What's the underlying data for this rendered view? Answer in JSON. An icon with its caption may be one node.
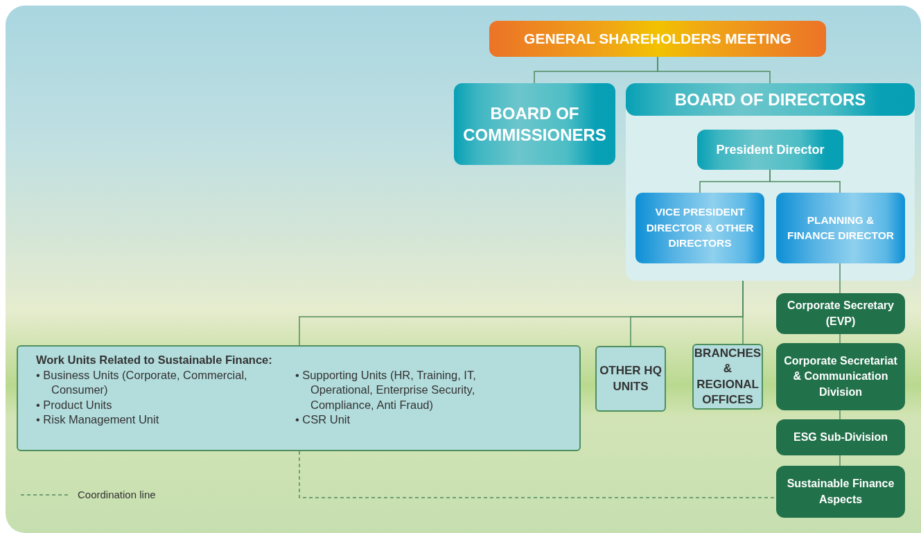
{
  "diagram": {
    "nodes": [
      {
        "text": [
          "GENERAL SHAREHOLDERS MEETING"
        ]
      },
      {
        "text": [
          "BOARD OF COMMISSIONERS"
        ]
      },
      {
        "text": [
          "BOARD OF DIRECTORS"
        ]
      },
      {
        "text": [
          "President Director"
        ],
        "in": 2
      },
      {
        "text": [
          "VICE PRESIDENT DIRECTOR & OTHER DIRECTORS"
        ],
        "in": 2
      },
      {
        "text": [
          "PLANNING & FINANCE DIRECTOR"
        ],
        "in": 2
      },
      {
        "text": [
          "Corporate Secretary (EVP)"
        ]
      },
      {
        "text": [
          "Corporate Secretariat & Communication Division"
        ]
      },
      {
        "text": [
          "ESG Sub-Division"
        ]
      },
      {
        "text": [
          "Sustainable Finance Aspects"
        ]
      },
      {
        "text": [
          "Work Units Related to Sustainable Finance:",
          "• Business Units (Corporate, Commercial, Consumer)",
          "• Product Units",
          "• Risk Management Unit",
          "• Supporting Units (HR, Training, IT, Operational, Enterprise Security, Compliance, Anti Fraud)",
          "• CSR Unit"
        ]
      },
      {
        "text": [
          "OTHER HQ UNITS"
        ]
      },
      {
        "text": [
          "BRANCHES & REGIONAL OFFICES"
        ]
      }
    ],
    "edges": [
      {
        "from": 0,
        "to": 1,
        "arrow": "none"
      },
      {
        "from": 0,
        "to": 2,
        "arrow": "none"
      },
      {
        "from": 3,
        "to": 4,
        "arrow": "none"
      },
      {
        "from": 3,
        "to": 5,
        "arrow": "none"
      },
      {
        "from": 5,
        "to": 6,
        "arrow": "none"
      },
      {
        "from": 6,
        "to": 7,
        "arrow": "none"
      },
      {
        "from": 7,
        "to": 8,
        "arrow": "none"
      },
      {
        "from": 8,
        "to": 9,
        "arrow": "none"
      },
      {
        "from": 2,
        "to": 10,
        "arrow": "none"
      },
      {
        "from": 2,
        "to": 11,
        "arrow": "none"
      },
      {
        "from": 2,
        "to": 12,
        "arrow": "none"
      },
      {
        "from": 10,
        "to": 9,
        "arrow": "none",
        "style": "dashed"
      }
    ],
    "legend": [
      {
        "text": "Coordination line"
      }
    ]
  }
}
